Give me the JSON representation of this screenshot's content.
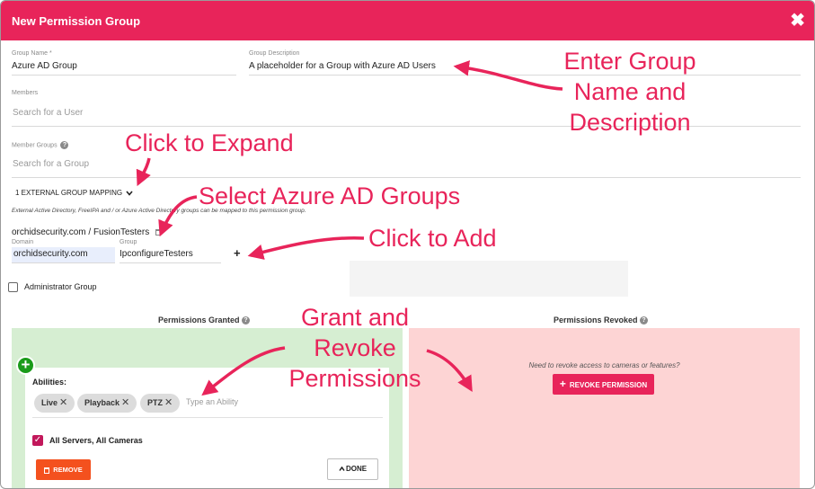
{
  "dialog": {
    "title": "New Permission Group",
    "close_symbol": "✖"
  },
  "form": {
    "group_name_label": "Group Name *",
    "group_name_value": "Azure AD Group",
    "group_description_label": "Group Description",
    "group_description_value": "A placeholder for a Group with Azure AD Users",
    "members_label": "Members",
    "members_placeholder": "Search for a User",
    "member_groups_label": "Member Groups",
    "member_groups_placeholder": "Search for a Group"
  },
  "mapping": {
    "toggle_label": "1 EXTERNAL GROUP MAPPING",
    "note": "External Active Directory, FreeIPA and / or Azure Active Directory groups can be mapped to this permission group.",
    "entry": "orchidsecurity.com / FusionTesters",
    "domain_label": "Domain",
    "domain_value": "orchidsecurity.com",
    "group_label": "Group",
    "group_value": "IpconfigureTesters",
    "add_symbol": "+"
  },
  "admin_group": {
    "label": "Administrator Group",
    "checked": false
  },
  "permissions_granted": {
    "title": "Permissions Granted",
    "add_symbol": "+",
    "abilities_label": "Abilities:",
    "chips": [
      {
        "label": "Live"
      },
      {
        "label": "Playback"
      },
      {
        "label": "PTZ"
      }
    ],
    "chip_remove_symbol": "✕",
    "ability_placeholder": "Type an Ability",
    "all_servers_label": "All Servers, All Cameras",
    "remove_label": "REMOVE",
    "done_label": "DONE"
  },
  "permissions_revoked": {
    "title": "Permissions Revoked",
    "question": "Need to revoke access to cameras or features?",
    "revoke_label": "REVOKE PERMISSION"
  },
  "annotations": {
    "enter_group": [
      "Enter Group",
      "Name and",
      "Description"
    ],
    "click_expand": "Click to Expand",
    "select_azure": "Select Azure AD Groups",
    "click_add": "Click to Add",
    "grant_revoke": [
      "Grant and",
      "Revoke",
      "Permissions"
    ],
    "color": "#e8245a"
  },
  "colors": {
    "header": "#e8245a",
    "granted_panel": "#d6eed2",
    "revoked_panel": "#fdd4d4",
    "remove_button": "#f4511e",
    "add_circle": "#1a9b1a"
  }
}
